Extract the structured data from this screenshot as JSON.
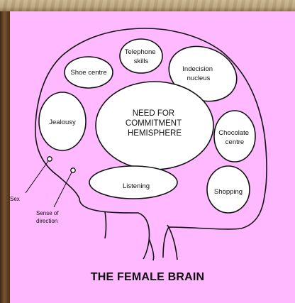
{
  "diagram": {
    "title": "THE FEMALE BRAIN",
    "regions": {
      "telephone": [
        "Telephone",
        "skills"
      ],
      "shoe": [
        "Shoe centre"
      ],
      "indecision": [
        "Indecision",
        "nucleus"
      ],
      "jealousy": [
        "Jealousy"
      ],
      "commitment": [
        "NEED FOR",
        "COMMITMENT",
        "HEMISPHERE"
      ],
      "chocolate": [
        "Chocolate",
        "centre"
      ],
      "listening": [
        "Listening"
      ],
      "shopping": [
        "Shopping"
      ]
    },
    "points": {
      "sex": [
        "Sex"
      ],
      "direction": [
        "Sense of",
        "direction"
      ]
    }
  }
}
